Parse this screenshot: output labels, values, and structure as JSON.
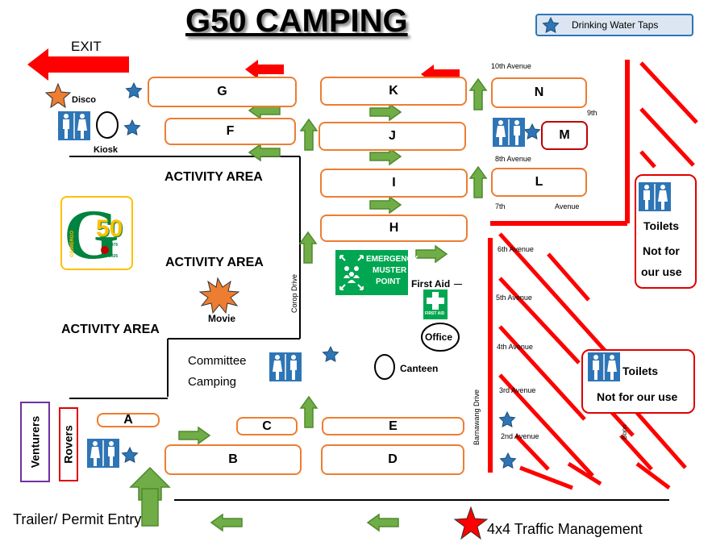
{
  "title": "G50 CAMPING",
  "legend": {
    "label": "Drinking Water Taps",
    "icon": "blue-star-icon"
  },
  "exit_label": "EXIT",
  "sites": {
    "G": "G",
    "F": "F",
    "K": "K",
    "J": "J",
    "I": "I",
    "H": "H",
    "N": "N",
    "M": "M",
    "L": "L",
    "A": "A",
    "B": "B",
    "C": "C",
    "D": "D",
    "E": "E"
  },
  "activity_areas": [
    "ACTIVITY AREA",
    "ACTIVITY AREA",
    "ACTIVITY AREA"
  ],
  "places": {
    "disco": "Disco",
    "kiosk": "Kiosk",
    "movie": "Movie",
    "committee_line1": "Committee",
    "committee_line2": "Camping",
    "canteen": "Canteen",
    "office": "Office",
    "first_aid": "First Aid",
    "first_aid_sign": "FIRST AID",
    "muster_line1": "EMERGENCY",
    "muster_line2": "MUSTER",
    "muster_line3": "POINT",
    "venturers": "Venturers",
    "rovers": "Rovers",
    "trailer_entry": "Trailer/ Permit Entry",
    "traffic": "4x4 Traffic Management"
  },
  "toilet_blocks": {
    "right_upper_line1": "Toilets",
    "right_upper_line2": "Not for",
    "right_upper_line3": "our use",
    "right_lower_line1": "Toilets",
    "right_lower_line2": "Not for our use"
  },
  "roads": {
    "tenth": "10th Avenue",
    "ninth": "9th",
    "eighth": "8th Avenue",
    "seventh": "7th",
    "seventh_b": "Avenue",
    "sixth": "6th Avenue",
    "fifth": "5th Avenue",
    "fourth": "4th Avenue",
    "third": "3rd Avenue",
    "second": "2nd Avenue",
    "corop": "Corop Drive",
    "barnawang": "Barnawang Drive",
    "bonn": "Bonn"
  },
  "logo": {
    "letter": "G",
    "number": "50",
    "text": "GILWERGO",
    "year1": "1976",
    "year2": "2026"
  },
  "colors": {
    "site_border": "#ed7d31",
    "red": "#ff0000",
    "green_arrow": "#70ad47",
    "water_star": "#2e75b6",
    "muster_green": "#00a651"
  }
}
